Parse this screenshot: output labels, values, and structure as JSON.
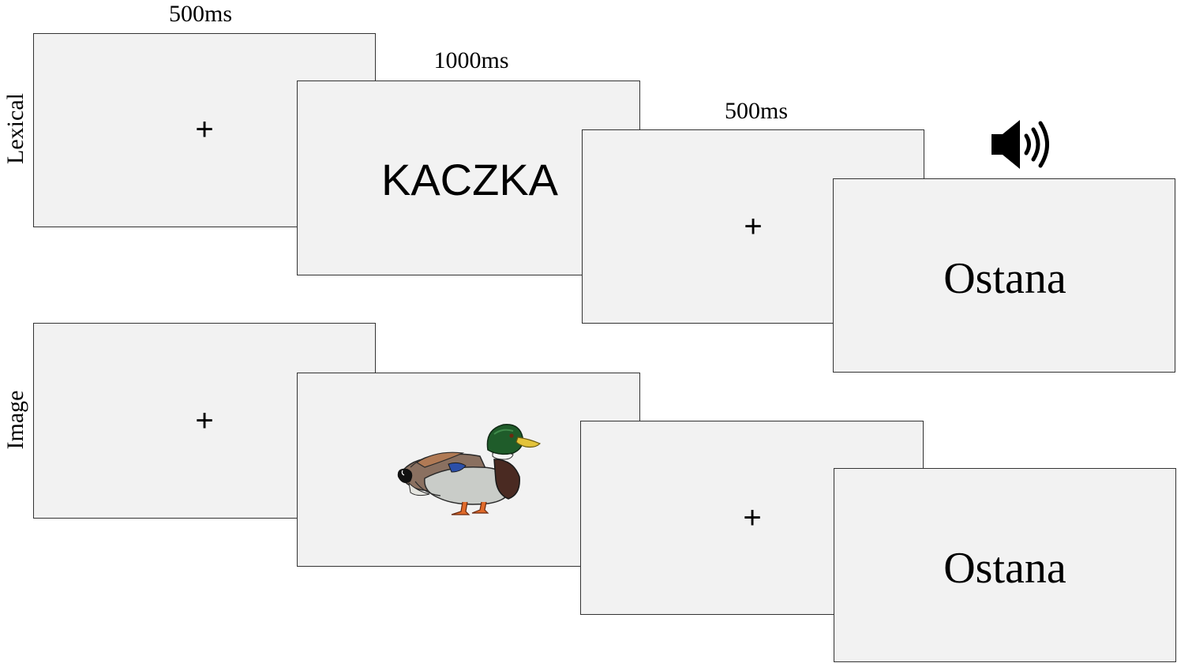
{
  "rows": {
    "lexical_label": "Lexical",
    "image_label": "Image"
  },
  "timings": {
    "fixation_1": "500ms",
    "stimulus": "1000ms",
    "fixation_2": "500ms"
  },
  "stimuli": {
    "fixation_symbol": "+",
    "lexical_word": "KACZKA",
    "auditory_word_lexical": "Ostana",
    "auditory_word_image": "Ostana"
  },
  "icons": {
    "audio": "speaker-icon",
    "picture": "duck-icon"
  },
  "colors": {
    "screen_fill": "#f2f2f2",
    "screen_border": "#333333"
  }
}
